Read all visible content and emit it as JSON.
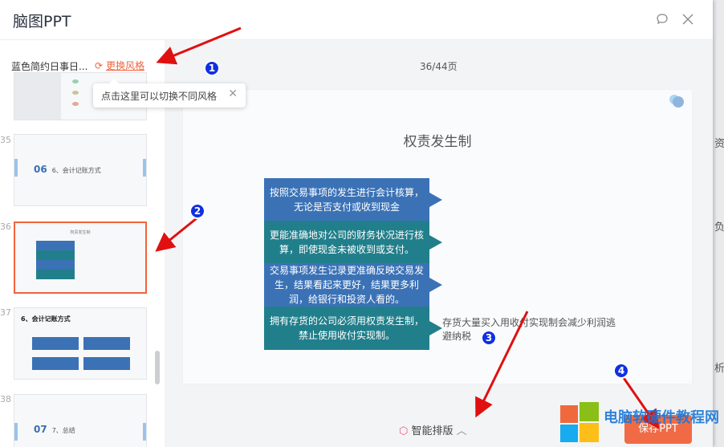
{
  "window": {
    "title": "脑图PPT",
    "feedback_icon": "chat-bubble-icon",
    "close_icon": "close-icon"
  },
  "sidebar": {
    "doc_name": "蓝色简约日事日...",
    "change_style": "更换风格",
    "tooltip": "点击这里可以切换不同风格",
    "thumbnails": [
      {
        "num": "35",
        "num_label": "06",
        "title": "6、会计记账方式"
      },
      {
        "num": "36",
        "title": "权责发生制",
        "selected": true
      },
      {
        "num": "37",
        "title": "6、会计记账方式"
      },
      {
        "num": "38",
        "num_label": "07",
        "title": "7、总结"
      }
    ]
  },
  "main": {
    "page_count": "36/44页",
    "slide": {
      "title": "权责发生制",
      "rows": [
        {
          "text": "按照交易事项的发生进行会计核算，无论是否支付或收到现金",
          "color": "#3b72b6"
        },
        {
          "text": "更能准确地对公司的财务状况进行核算，即使现金未被收到或支付。",
          "color": "#217f8b"
        },
        {
          "text": "交易事项发生记录更准确反映交易发生，结果看起来更好，结果更多利润，给银行和投资人看的。",
          "color": "#3b72b6"
        },
        {
          "text": "拥有存货的公司必须用权责发生制，禁止使用收付实现制。",
          "color": "#217f8b"
        }
      ],
      "note": "存货大量买入用收付实现制会减少利润逃避纳税"
    },
    "smart_layout": "智能排版",
    "save_button": "保存PPT"
  },
  "background_text": [
    "资",
    "负",
    "析"
  ],
  "annotations": [
    "1",
    "2",
    "3",
    "4"
  ],
  "watermark": "电脑软硬件教程网",
  "colors": {
    "accent": "#f0643c",
    "annotation": "#e01010"
  }
}
